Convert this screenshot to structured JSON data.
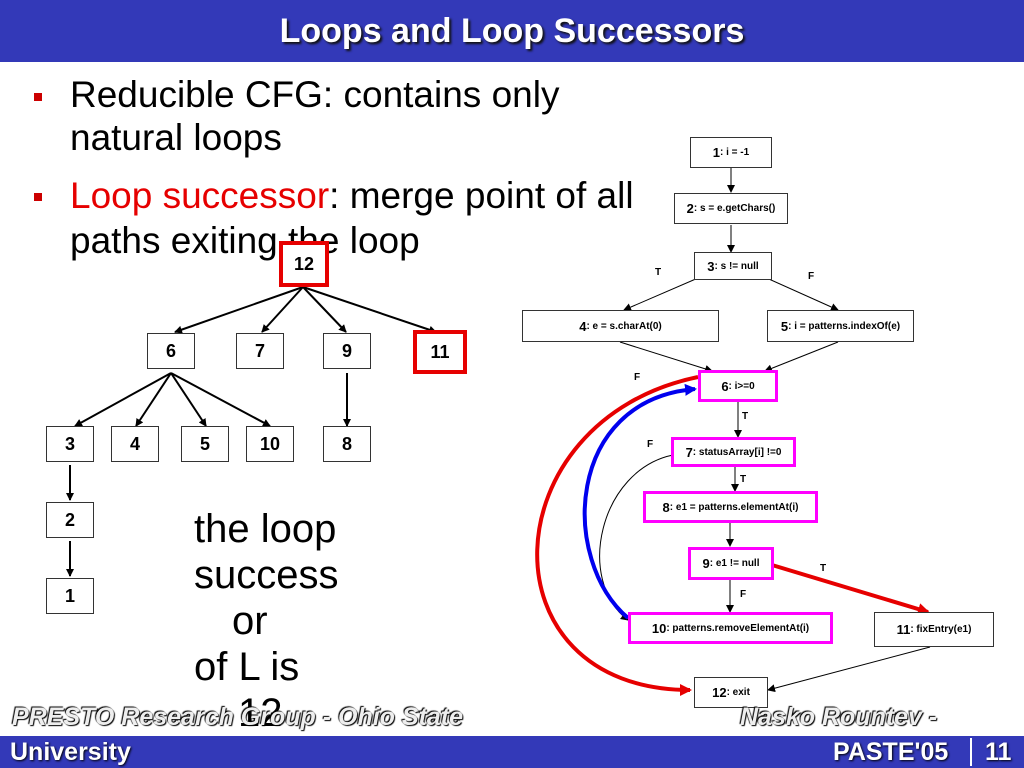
{
  "title": "Loops and Loop Successors",
  "bullets": [
    {
      "line1": "Reducible CFG: contains only",
      "line2": "natural loops"
    },
    {
      "highlight": "Loop successor",
      "rest": ": merge point of all",
      "line2": "paths exiting the loop"
    }
  ],
  "tree": {
    "root": "12",
    "level1": [
      "6",
      "7",
      "9",
      "11"
    ],
    "level2": [
      "3",
      "4",
      "5",
      "10",
      "8"
    ],
    "level3": [
      "2"
    ],
    "level4": [
      "1"
    ]
  },
  "caption": [
    "the loop",
    "success",
    "or",
    "of L is",
    "12"
  ],
  "cfg": {
    "nodes": [
      {
        "num": "1",
        "text": ": i = -1"
      },
      {
        "num": "2",
        "text": ": s = e.getChars()"
      },
      {
        "num": "3",
        "text": ": s != null"
      },
      {
        "num": "4",
        "text": ": e = s.charAt(0)"
      },
      {
        "num": "5",
        "text": ": i = patterns.indexOf(e)"
      },
      {
        "num": "6",
        "text": ": i>=0"
      },
      {
        "num": "7",
        "text": ": statusArray[i] !=0"
      },
      {
        "num": "8",
        "text": ": e1 = patterns.elementAt(i)"
      },
      {
        "num": "9",
        "text": ": e1 != null"
      },
      {
        "num": "10",
        "text": ": patterns.removeElementAt(i)"
      },
      {
        "num": "11",
        "text": ": fixEntry(e1)"
      },
      {
        "num": "12",
        "text": ": exit"
      }
    ],
    "edge_labels": {
      "t": "T",
      "f": "F"
    }
  },
  "footer": {
    "left_top": "PRESTO Research Group - Ohio State",
    "left_bottom": "University",
    "right_top": "Nasko Rountev -",
    "right_bottom": "PASTE'05",
    "page": "11"
  },
  "colors": {
    "header": "#3339b8",
    "accent": "#e60000",
    "magenta": "#ff00ff",
    "blue": "#0000ee"
  }
}
